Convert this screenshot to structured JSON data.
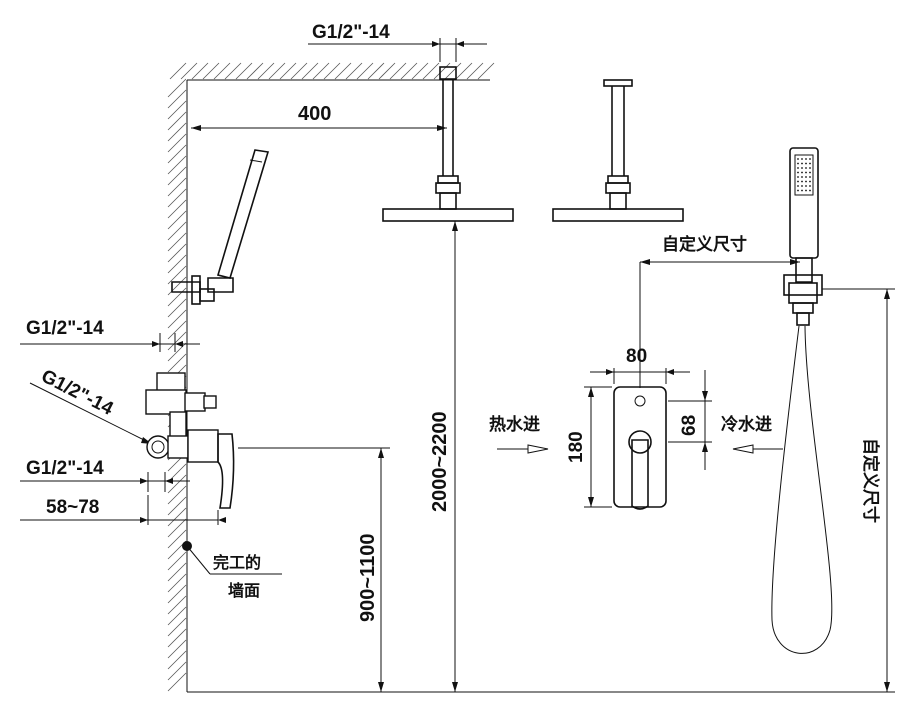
{
  "labels": {
    "g_top": "G1/2\"-14",
    "dim_400": "400",
    "g_mid": "G1/2\"-14",
    "g_diag": "G1/2\"-14",
    "g_low": "G1/2\"-14",
    "dim_58_78": "58~78",
    "finished_wall_1": "完工的",
    "finished_wall_2": "墙面",
    "dim_900_1100": "900~1100",
    "dim_2000_2200": "2000~2200",
    "custom_size_h": "自定义尺寸",
    "dim_80": "80",
    "dim_180": "180",
    "dim_68": "68",
    "hot_in": "热水进",
    "cold_in": "冷水进",
    "custom_size_v": "自定义尺寸"
  },
  "colors": {
    "line": "#111111",
    "hatch": "#555555",
    "background": "#ffffff"
  }
}
